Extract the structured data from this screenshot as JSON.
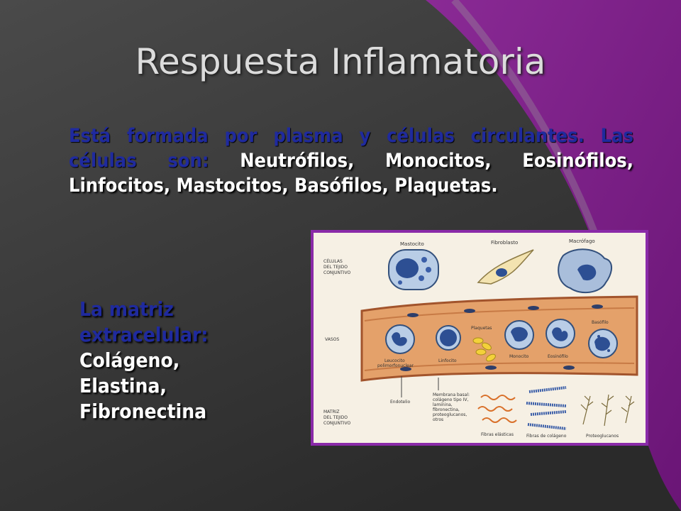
{
  "slide": {
    "title": "Respuesta Inflamatoria",
    "intro_highlight": "Está formada por plasma y células circulantes. Las células son:",
    "intro_list": " Neutrófilos, Monocitos, Eosinófilos, Linfocitos, Mastocitos, Basófilos, Plaquetas.",
    "matrix_heading": "La matriz extracelular:",
    "matrix_items": [
      "Colágeno,",
      "Elastina,",
      "Fibronectina"
    ]
  },
  "figure": {
    "section_labels": {
      "cells": [
        "CÉLULAS",
        "DEL TEJIDO",
        "CONJUNTIVO"
      ],
      "vessels": "VASOS",
      "matrix": [
        "MATRIZ",
        "DEL TEJIDO",
        "CONJUNTIVO"
      ]
    },
    "cell_labels": {
      "mastocito": "Mastocito",
      "fibroblasto": "Fibroblasto",
      "macrofago": "Macrófago",
      "plaquetas": "Plaquetas",
      "basofilo": "Basófilo",
      "leucocito": [
        "Leucocito",
        "polimorfonuclear"
      ],
      "linfocito": "Linfocito",
      "monocito": "Monocito",
      "eosinofilo": "Eosinófilo"
    },
    "matrix_labels": {
      "endotelio": "Endotelio",
      "membrana": [
        "Membrana basal:",
        "colágeno tipo IV,",
        "laminina,",
        "fibronectina,",
        "proteoglucanos,",
        "otros"
      ],
      "elasticas": "Fibras elásticas",
      "colageno": "Fibras de colágeno",
      "proteoglucanos": "Proteoglucanos"
    }
  },
  "colors": {
    "background_dark": "#3a3a3a",
    "background_purple": "#7b1f86",
    "heading_blue": "#1f2a9e",
    "figure_border": "#8a2aa8"
  }
}
